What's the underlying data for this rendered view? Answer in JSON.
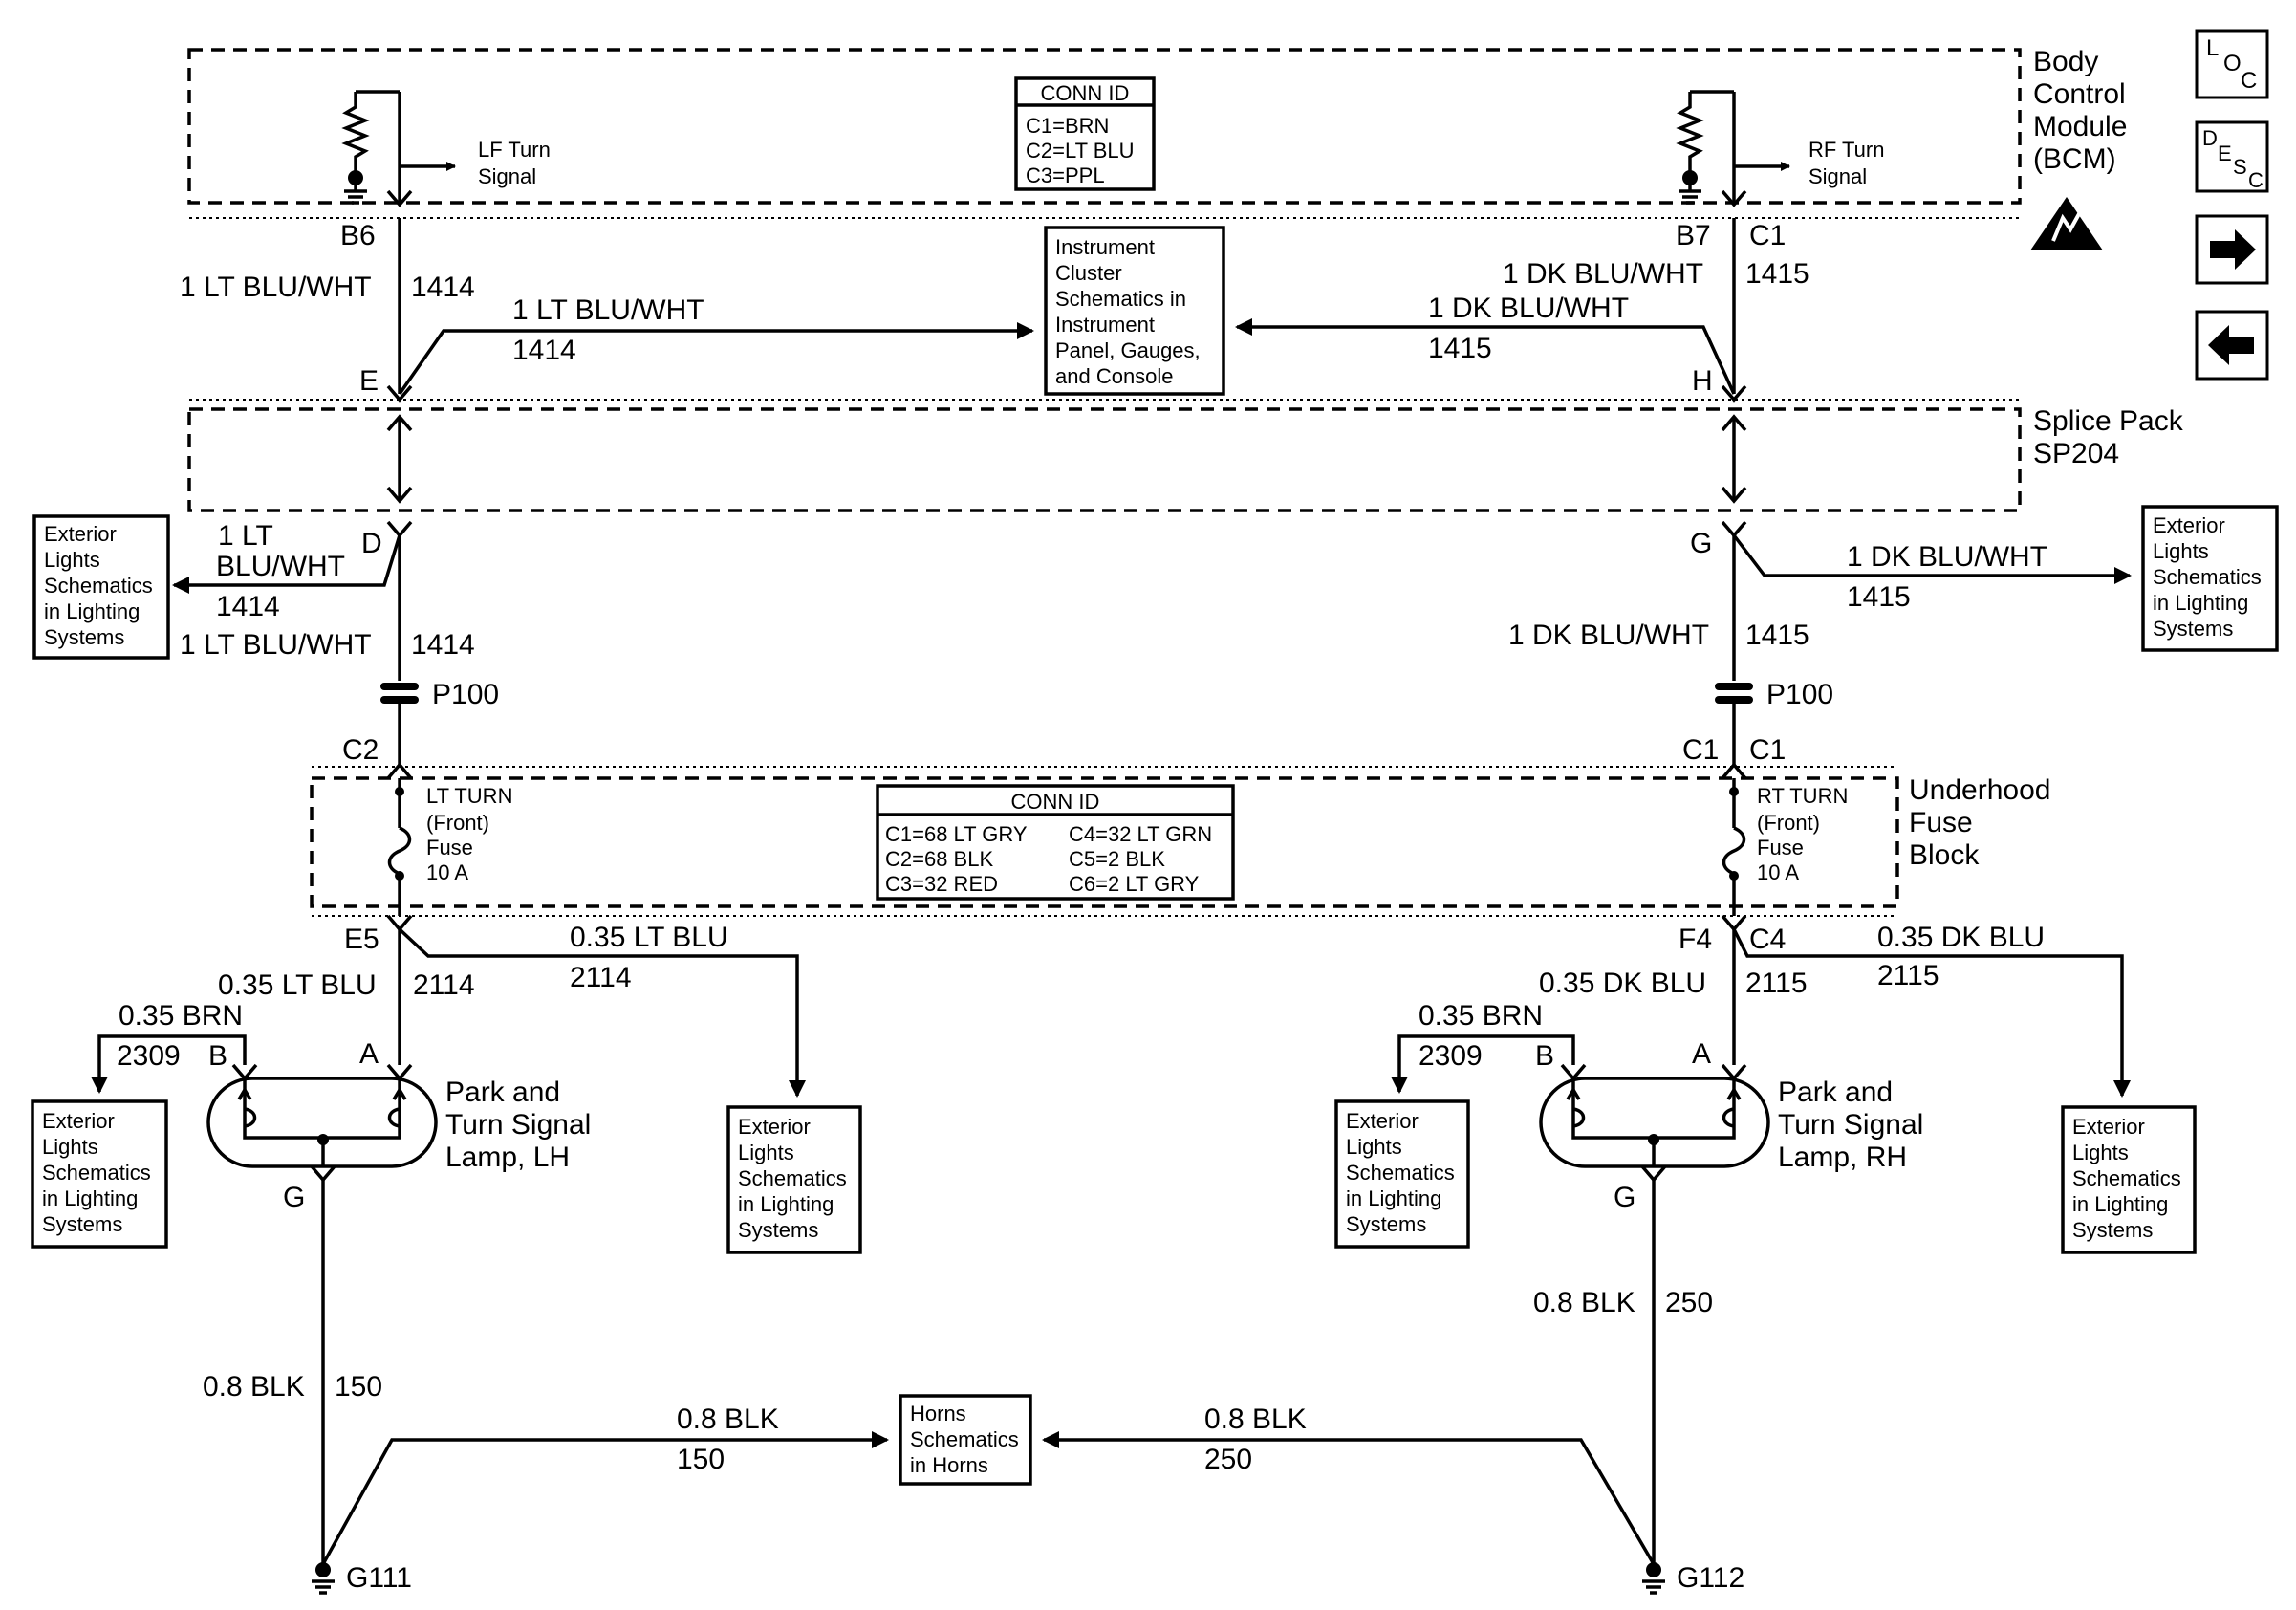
{
  "modules": {
    "bcm": {
      "l1": "Body",
      "l2": "Control",
      "l3": "Module",
      "l4": "(BCM)"
    },
    "splice": {
      "l1": "Splice Pack",
      "l2": "SP204"
    },
    "ufb": {
      "l1": "Underhood",
      "l2": "Fuse",
      "l3": "Block"
    }
  },
  "conn_id_bcm": {
    "title": "CONN ID",
    "c1": "C1=BRN",
    "c2": "C2=LT BLU",
    "c3": "C3=PPL"
  },
  "conn_id_ufb": {
    "title": "CONN ID",
    "c1": "C1=68 LT GRY",
    "c2": "C2=68 BLK",
    "c3": "C3=32 RED",
    "c4": "C4=32 LT GRN",
    "c5": "C5=2 BLK",
    "c6": "C6=2 LT GRY"
  },
  "bcm_inputs": {
    "lf_1": "LF Turn",
    "lf_2": "Signal",
    "rf_1": "RF Turn",
    "rf_2": "Signal"
  },
  "pins": {
    "b6": "B6",
    "b7": "B7",
    "c1_top": "C1",
    "e": "E",
    "h": "H",
    "d": "D",
    "g": "G",
    "c2": "C2",
    "c1_mid_a": "C1",
    "c1_mid_b": "C1",
    "e5": "E5",
    "f4": "F4",
    "c4": "C4",
    "lh_b": "B",
    "lh_a": "A",
    "lh_g": "G",
    "rh_b": "B",
    "rh_a": "A",
    "rh_g": "G"
  },
  "wires": {
    "l_ltbluwht": "1 LT BLU/WHT",
    "l_1414": "1414",
    "l_ic_ltbluwht": "1 LT BLU/WHT",
    "l_ic_1414": "1414",
    "r_dkbluwht": "1 DK BLU/WHT",
    "r_1415": "1415",
    "r_ic_dkbluwht": "1 DK BLU/WHT",
    "r_ic_1415": "1415",
    "l_ext_1lt": "1 LT",
    "l_ext_bluwht": "BLU/WHT",
    "l_ext_1414": "1414",
    "l_low_ltbluwht": "1 LT BLU/WHT",
    "l_low_1414": "1414",
    "r_ext_dkbluwht": "1 DK BLU/WHT",
    "r_ext_1415": "1415",
    "r_low_dkbluwht": "1 DK BLU/WHT",
    "r_low_1415": "1415",
    "l_035ltblu_a": "0.35 LT BLU",
    "l_2114_a": "2114",
    "l_035ltblu_b": "0.35 LT BLU",
    "l_2114_b": "2114",
    "l_035brn": "0.35 BRN",
    "l_2309": "2309",
    "r_035dkblu_a": "0.35 DK BLU",
    "r_2115_a": "2115",
    "r_035dkblu_b": "0.35 DK BLU",
    "r_2115_b": "2115",
    "r_035brn": "0.35 BRN",
    "r_2309": "2309",
    "l_08blk": "0.8 BLK",
    "l_150": "150",
    "r_08blk": "0.8 BLK",
    "r_250": "250",
    "h_l_08blk": "0.8 BLK",
    "h_l_150": "150",
    "h_r_08blk": "0.8 BLK",
    "h_r_250": "250"
  },
  "connectors": {
    "p100_left": "P100",
    "p100_right": "P100"
  },
  "fuses": {
    "lt": {
      "l1": "LT TURN",
      "l2": "(Front)",
      "l3": "Fuse",
      "l4": "10 A"
    },
    "rt": {
      "l1": "RT TURN",
      "l2": "(Front)",
      "l3": "Fuse",
      "l4": "10 A"
    }
  },
  "grounds": {
    "g111": "G111",
    "g112": "G112"
  },
  "lamps": {
    "lh": {
      "l1": "Park and",
      "l2": "Turn Signal",
      "l3": "Lamp, LH"
    },
    "rh": {
      "l1": "Park and",
      "l2": "Turn Signal",
      "l3": "Lamp, RH"
    }
  },
  "refs": {
    "ic": {
      "l1": "Instrument",
      "l2": "Cluster",
      "l3": "Schematics in",
      "l4": "Instrument",
      "l5": "Panel, Gauges,",
      "l6": "and Console"
    },
    "ext_ul": {
      "l1": "Exterior",
      "l2": "Lights",
      "l3": "Schematics",
      "l4": "in Lighting",
      "l5": "Systems"
    },
    "ext_ur": {
      "l1": "Exterior",
      "l2": "Lights",
      "l3": "Schematics",
      "l4": "in Lighting",
      "l5": "Systems"
    },
    "ext_ll": {
      "l1": "Exterior",
      "l2": "Lights",
      "l3": "Schematics",
      "l4": "in Lighting",
      "l5": "Systems"
    },
    "ext_lc": {
      "l1": "Exterior",
      "l2": "Lights",
      "l3": "Schematics",
      "l4": "in Lighting",
      "l5": "Systems"
    },
    "ext_rc": {
      "l1": "Exterior",
      "l2": "Lights",
      "l3": "Schematics",
      "l4": "in Lighting",
      "l5": "Systems"
    },
    "ext_lr": {
      "l1": "Exterior",
      "l2": "Lights",
      "l3": "Schematics",
      "l4": "in Lighting",
      "l5": "Systems"
    },
    "horns": {
      "l1": "Horns",
      "l2": "Schematics",
      "l3": "in Horns"
    }
  },
  "nav": {
    "loc": {
      "a": "L",
      "b": "O",
      "c": "C"
    },
    "desc": {
      "a": "D",
      "b": "E",
      "c": "S",
      "d": "C"
    },
    "icons": [
      "forward-arrow-icon",
      "back-arrow-icon",
      "esd-warning-icon"
    ]
  }
}
